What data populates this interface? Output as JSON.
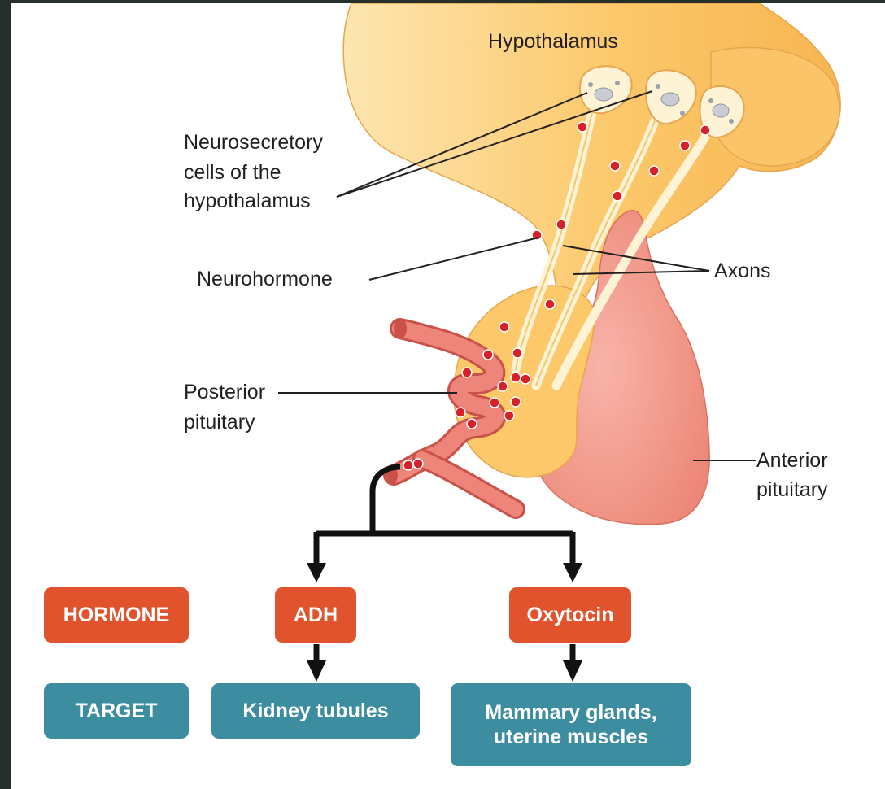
{
  "labels": {
    "hypothalamus": "Hypothalamus",
    "neurosecretory_line1": "Neurosecretory",
    "neurosecretory_line2": "cells of the",
    "neurosecretory_line3": "hypothalamus",
    "neurohormone": "Neurohormone",
    "axons": "Axons",
    "posterior_line1": "Posterior",
    "posterior_line2": "pituitary",
    "anterior_line1": "Anterior",
    "anterior_line2": "pituitary"
  },
  "rows": {
    "hormone_header": "HORMONE",
    "target_header": "TARGET"
  },
  "hormones": [
    {
      "name": "ADH",
      "target": "Kidney tubules"
    },
    {
      "name": "Oxytocin",
      "target": "Mammary glands,\nuterine muscles"
    }
  ],
  "colors": {
    "hormone_box": "#e0532d",
    "target_box": "#3d8da0",
    "hypothalamus_tissue": "#fcc86a",
    "posterior_pituitary": "#fcc86a",
    "anterior_pituitary": "#f29a8e",
    "blood_vessel": "#e8736a",
    "neurohormone_dot": "#d8202a",
    "arrow": "#111111",
    "frame": "#26302a"
  }
}
